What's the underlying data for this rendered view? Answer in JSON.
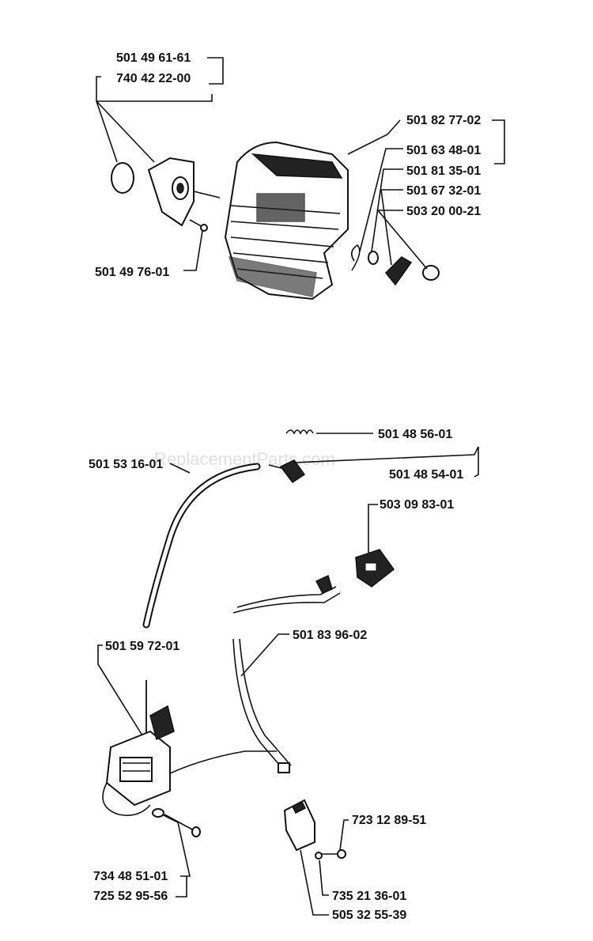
{
  "watermark": "ReplacementParts.com",
  "labels": {
    "l1": "501 49 61-61",
    "l2": "740 42 22-00",
    "l3": "501 49 76-01",
    "l4": "501 82 77-02",
    "l5": "501 63 48-01",
    "l6": "501 81 35-01",
    "l7": "501 67 32-01",
    "l8": "503 20 00-21",
    "l9": "501 48 56-01",
    "l10": "501 53 16-01",
    "l11": "501 48 54-01",
    "l12": "503 09 83-01",
    "l13": "501 83 96-02",
    "l14": "501 59 72-01",
    "l15": "723 12 89-51",
    "l16": "734 48 51-01",
    "l17": "725 52 95-56",
    "l18": "735 21 36-01",
    "l19": "505 32 55-39"
  }
}
